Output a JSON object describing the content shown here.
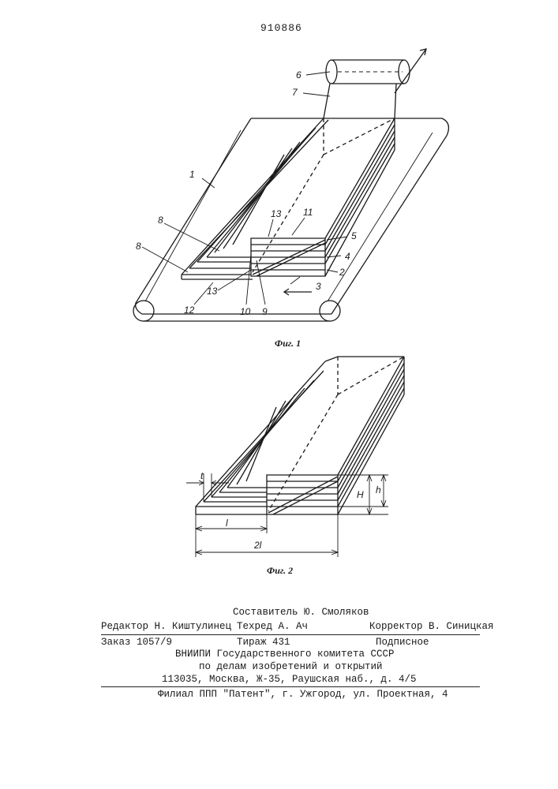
{
  "patent_number": "910886",
  "figure1": {
    "caption": "Фиг. 1",
    "labels": [
      "6",
      "7",
      "1",
      "8",
      "8",
      "13",
      "11",
      "5",
      "4",
      "2",
      "3",
      "12",
      "13",
      "10",
      "9"
    ]
  },
  "figure2": {
    "caption": "Фиг. 2",
    "dims": {
      "t": "t",
      "l": "l",
      "two_l": "2l",
      "H": "H",
      "h": "h"
    }
  },
  "imprint": {
    "compiler": "Составитель Ю. Смоляков",
    "editor": "Редактор Н. Киштулинец",
    "techred": "Техред  А. Ач",
    "corrector": "Корректор В. Синицкая",
    "order": "Заказ  1057/9",
    "circulation": "Тираж  431",
    "subscription": "Подписное",
    "org_line1": "ВНИИПИ Государственного комитета СССР",
    "org_line2": "по делам изобретений и открытий",
    "org_line3": "113035, Москва, Ж-35, Раушская наб., д. 4/5",
    "branch": "Филиал ППП \"Патент\", г. Ужгород, ул. Проектная, 4"
  }
}
